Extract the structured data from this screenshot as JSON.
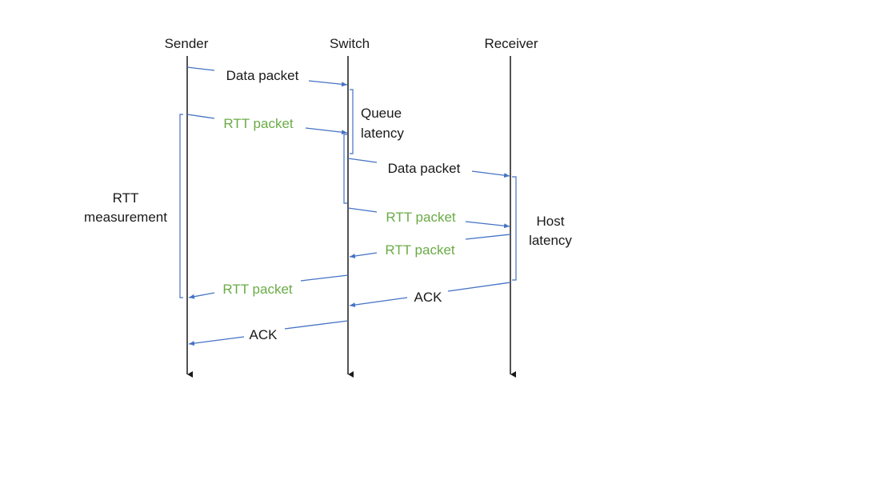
{
  "colors": {
    "lifeline": "#1a1a1a",
    "arrow": "#4472c4",
    "bracket": "#4472c4",
    "data_text": "#1a1a1a",
    "rtt_text": "#6aab46"
  },
  "participants": {
    "sender": "Sender",
    "switch": "Switch",
    "receiver": "Receiver"
  },
  "messages": {
    "data_packet_1": "Data packet",
    "rtt_packet_1": "RTT packet",
    "data_packet_2": "Data packet",
    "rtt_packet_2": "RTT packet",
    "rtt_packet_3": "RTT packet",
    "rtt_packet_4": "RTT packet",
    "ack_1": "ACK",
    "ack_2": "ACK"
  },
  "annotations": {
    "queue_latency_1": "Queue",
    "queue_latency_2": "latency",
    "host_latency_1": "Host",
    "host_latency_2": "latency",
    "rtt_measurement_1": "RTT",
    "rtt_measurement_2": "measurement"
  }
}
